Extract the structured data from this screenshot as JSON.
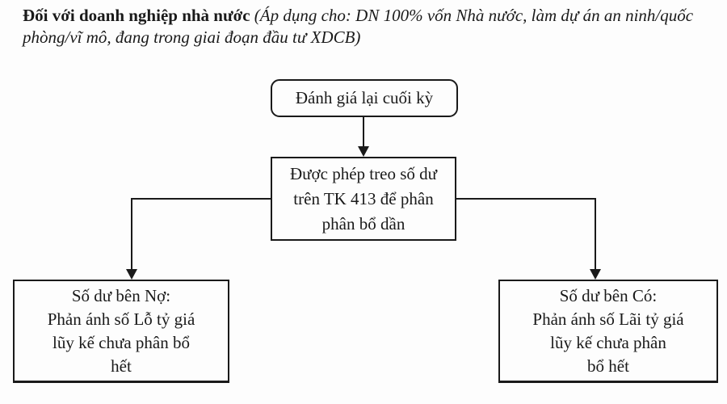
{
  "title": {
    "bold": "Đối với doanh nghiệp nhà nước",
    "italic": "(Áp dụng cho: DN 100% vốn Nhà nước, làm dự án an ninh/quốc phòng/vĩ mô, đang trong giai đoạn đầu tư XDCB)"
  },
  "nodes": {
    "revaluation": "Đánh giá lại cuối kỳ",
    "tk413": "Được phép treo số dư\ntrên TK 413 để phân\nphân bổ dần",
    "debit_balance": "Số dư bên Nợ:\nPhản ánh số Lỗ tỷ giá\nlũy kế chưa phân bổ\nhết",
    "credit_balance": "Số dư bên Có:\nPhản ánh số Lãi tỷ giá\nlũy kế chưa phân\nbổ hết"
  },
  "colors": {
    "ink": "#1a1a1a",
    "background": "#fdfdfd"
  }
}
